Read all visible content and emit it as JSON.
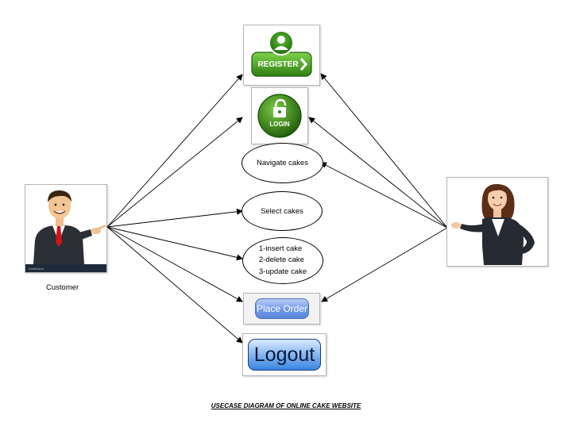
{
  "diagram": {
    "title": "USECASE DIAGRAM OF ONLINE CAKE WEBSITE"
  },
  "actors": {
    "customer": {
      "label": "Customer"
    }
  },
  "usecases": {
    "register": {
      "label": "REGISTER",
      "icon": "register-button-icon",
      "color": "#3f9a1f"
    },
    "login": {
      "label": "LOGIN",
      "icon": "padlock-icon",
      "color": "#2f7d16"
    },
    "navigate": {
      "label": "Navigate cakes"
    },
    "select": {
      "label": "Select cakes"
    },
    "manage": {
      "lines": [
        "1-insert cake",
        "2-delete cake",
        "3-update cake"
      ]
    },
    "place_order": {
      "label": "Place Order",
      "color": "#6f99e6"
    },
    "logout": {
      "label": "Logout",
      "color": "#3a86e0"
    }
  }
}
